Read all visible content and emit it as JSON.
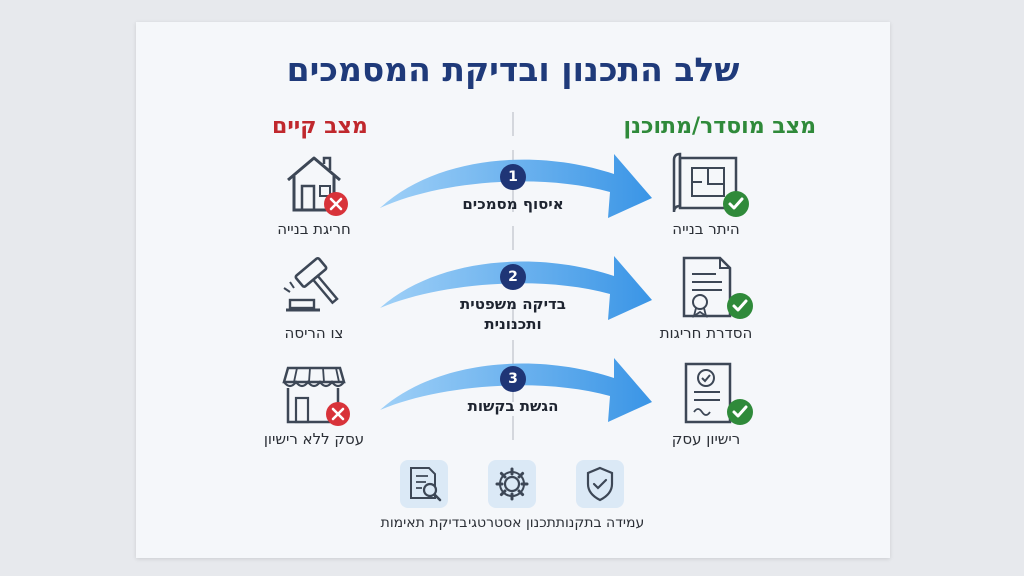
{
  "title": "שלב התכנון ובדיקת המסמכים",
  "columns": {
    "right_heading": "מצב מוסדר/מתוכנן",
    "left_heading": "מצב קיים"
  },
  "rows": [
    {
      "step": "1",
      "step_label": "איסוף מסמכים",
      "current_label": "חריגת בנייה",
      "current_icon": "house-icon",
      "target_label": "היתר בנייה",
      "target_icon": "blueprint-icon"
    },
    {
      "step": "2",
      "step_label": "בדיקה משפטית ותכנונית",
      "current_label": "צו הריסה",
      "current_icon": "gavel-icon",
      "target_label": "הסדרת חריגות",
      "target_icon": "certificate-icon"
    },
    {
      "step": "3",
      "step_label": "הגשת בקשות",
      "current_label": "עסק ללא רישיון",
      "current_icon": "storefront-icon",
      "target_label": "רישיון עסק",
      "target_icon": "license-document-icon"
    }
  ],
  "bottom_items": [
    {
      "label": "עמידה בתקנות",
      "icon": "shield-check-icon"
    },
    {
      "label": "תכנון אסטרטגי",
      "icon": "gear-icon"
    },
    {
      "label": "בדיקת תאימות",
      "icon": "document-search-icon"
    }
  ],
  "colors": {
    "title": "#1f3a7a",
    "right_heading": "#2f8a3a",
    "left_heading": "#c0282d",
    "arrow": "#4ea3ea",
    "step_badge": "#1f3576",
    "check_badge": "#2f8a3a",
    "cross_badge": "#d8333a",
    "icon_stroke": "#3d4756",
    "tile": "#dbe9f6"
  }
}
